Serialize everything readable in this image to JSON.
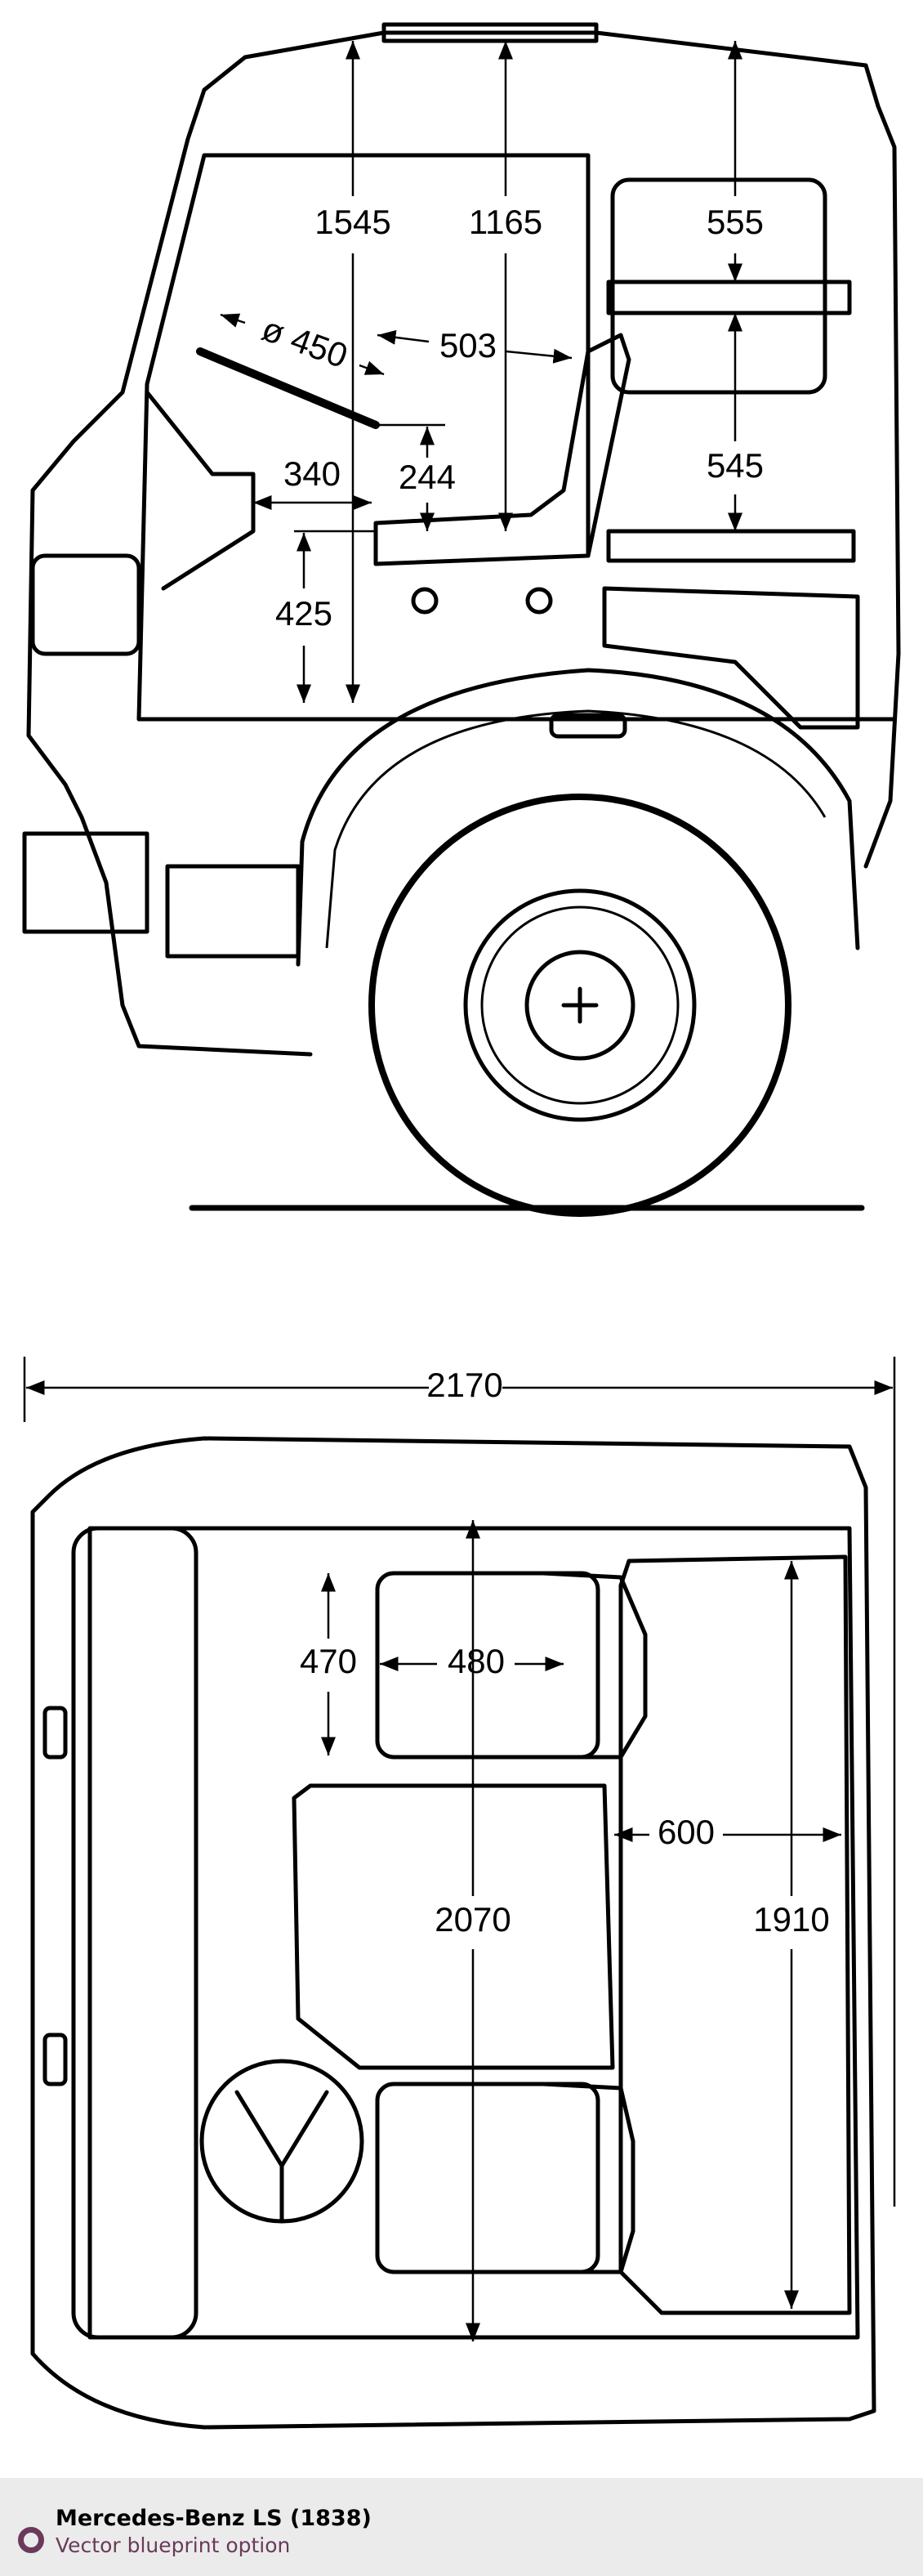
{
  "side_view": {
    "dims": {
      "d1545": "1545",
      "d1165": "1165",
      "d555": "555",
      "d450": "ø 450",
      "d503": "503",
      "d545": "545",
      "d340": "340",
      "d244": "244",
      "d425": "425"
    }
  },
  "top_view": {
    "dims": {
      "d2170": "2170",
      "d470": "470",
      "d480": "480",
      "d600": "600",
      "d2070": "2070",
      "d1910": "1910"
    }
  },
  "footer": {
    "title": "Mercedes-Benz LS (1838)",
    "subtitle": "Vector blueprint option",
    "accent": "#6b3a5a"
  }
}
